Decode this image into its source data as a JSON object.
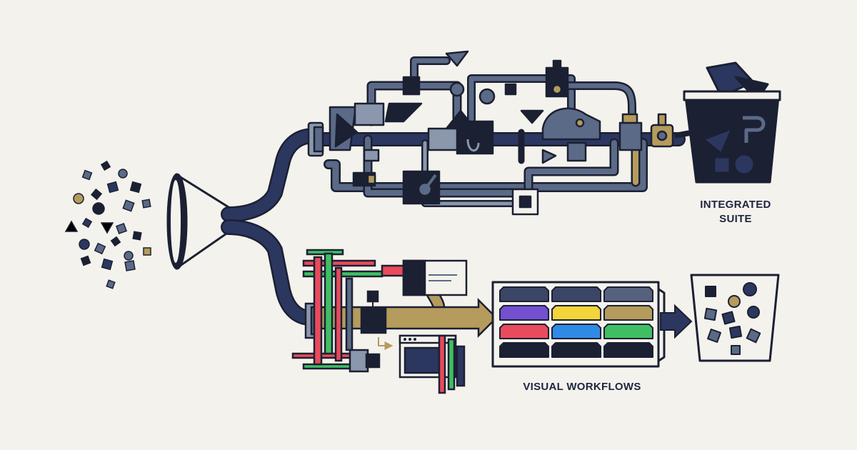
{
  "labels": {
    "integrated_suite": [
      "INTEGRATED",
      "SUITE"
    ],
    "visual_workflows": "VISUAL WORKFLOWS"
  },
  "colors": {
    "background": "#f4f2ec",
    "navy": "#2c3760",
    "dark": "#1b2033",
    "slate": "#5b6a86",
    "slate_light": "#8a97ad",
    "gold": "#b59b5c",
    "violet": "#7350d0",
    "yellow": "#f2d43b",
    "red": "#e94a5c",
    "blue": "#2f8ae6",
    "green": "#3fbf63"
  },
  "flows": [
    {
      "name": "integrated-suite",
      "direction": "upper"
    },
    {
      "name": "visual-workflows",
      "direction": "lower"
    }
  ],
  "tray": {
    "rows": 4,
    "colors_by_row": [
      [
        "#3b4566",
        "#3b4566",
        "#56617d"
      ],
      [
        "#7350d0",
        "#f2d43b",
        "#b59b5c"
      ],
      [
        "#e94a5c",
        "#2f8ae6",
        "#3fbf63"
      ],
      [
        "#1b2033",
        "#1b2033",
        "#1b2033"
      ]
    ]
  }
}
